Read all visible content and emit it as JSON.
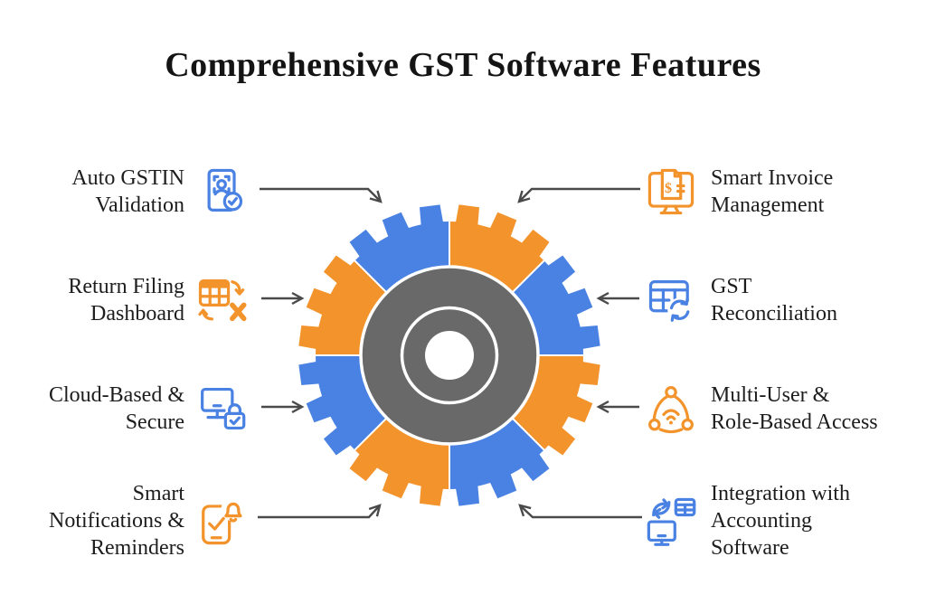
{
  "title": "Comprehensive GST Software Features",
  "colors": {
    "blue": "#4A82E4",
    "orange": "#F3932C",
    "gear_gray": "#696969",
    "arrow": "#4A4A4A",
    "text": "#1D1D1D",
    "background": "#FFFFFF"
  },
  "features": {
    "left": [
      {
        "label": "Auto GSTIN\nValidation",
        "icon": "gstin-validation-card-check-icon",
        "icon_color": "blue"
      },
      {
        "label": "Return Filing\nDashboard",
        "icon": "spreadsheet-export-icon",
        "icon_color": "orange"
      },
      {
        "label": "Cloud-Based &\nSecure",
        "icon": "computer-lock-icon",
        "icon_color": "blue"
      },
      {
        "label": "Smart\nNotifications &\nReminders",
        "icon": "phone-bell-icon",
        "icon_color": "orange"
      }
    ],
    "right": [
      {
        "label": "Smart Invoice\nManagement",
        "icon": "invoice-monitor-icon",
        "icon_color": "orange"
      },
      {
        "label": "GST\nReconciliation",
        "icon": "table-sync-icon",
        "icon_color": "blue"
      },
      {
        "label": "Multi-User &\nRole-Based Access",
        "icon": "network-users-icon",
        "icon_color": "orange"
      },
      {
        "label": "Integration with\nAccounting\nSoftware",
        "icon": "monitor-table-exchange-icon",
        "icon_color": "blue"
      }
    ]
  },
  "gear": {
    "segment_colors_clockwise_from_top": [
      "#F3932C",
      "#4A82E4",
      "#F3932C",
      "#4A82E4",
      "#F3932C",
      "#4A82E4",
      "#F3932C",
      "#4A82E4"
    ],
    "teeth_per_segment": 3,
    "center_color": "#696969"
  }
}
